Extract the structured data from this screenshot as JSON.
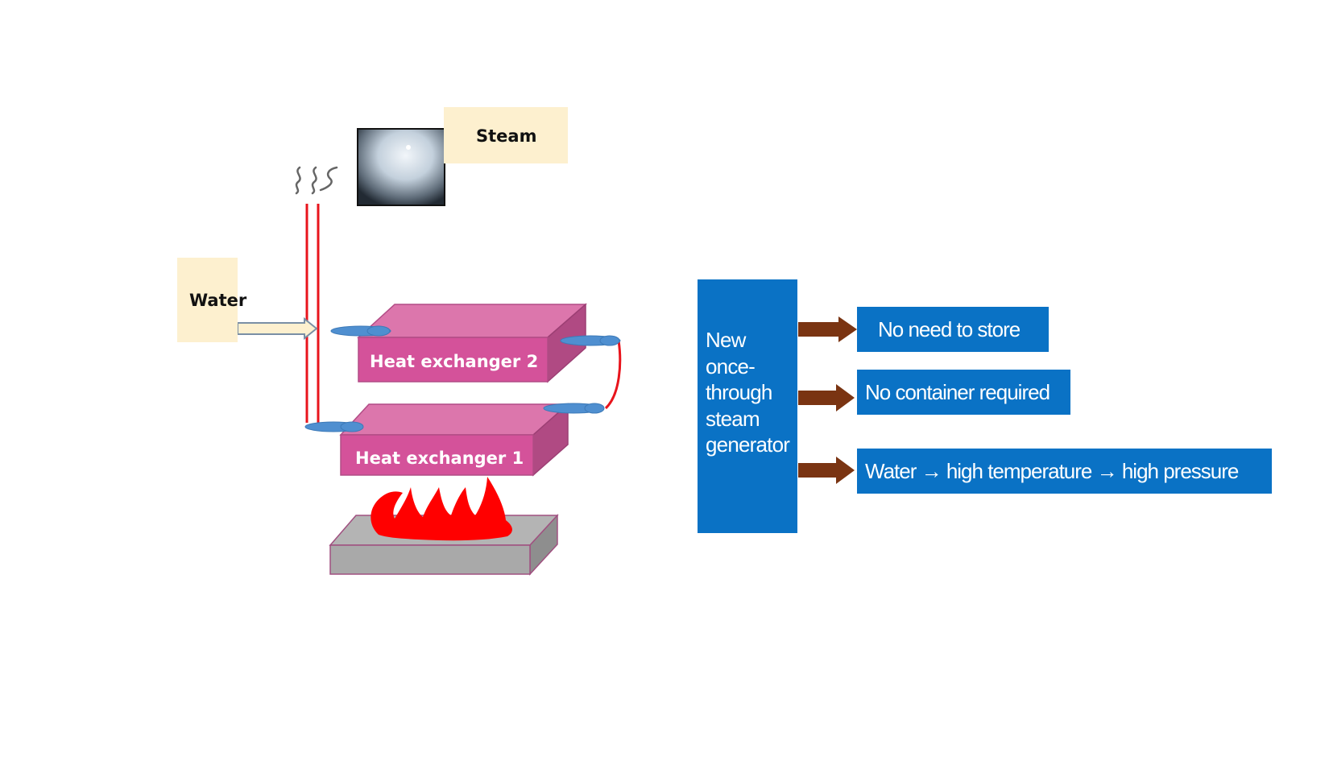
{
  "diagram": {
    "labels": {
      "steam": "Steam",
      "water": "Water",
      "heat_exchanger_1": "Heat exchanger 1",
      "heat_exchanger_2": "Heat exchanger 2"
    },
    "generator": {
      "title": "New once-through steam generator",
      "title_lines": [
        "New",
        "once-",
        "through",
        "steam",
        "generator"
      ]
    },
    "benefits": [
      {
        "label": "No need to store"
      },
      {
        "label": "No container required"
      },
      {
        "label": "Water → high temperature → high pressure"
      }
    ],
    "icons": [
      "steam-wisps-icon",
      "steam-photo",
      "flame-icon",
      "burner-plate",
      "arrow-right-icon"
    ],
    "colors": {
      "label_bg": "#fdf0cf",
      "hx_top": "#dc76ac",
      "hx_front": "#d4529a",
      "hx_side": "#b04a83",
      "pipe": "#e8141c",
      "connector": "#4f8fd0",
      "flame": "#ff0000",
      "burner": "#b4b4b4",
      "box_blue": "#0a72c5",
      "arrow_brown": "#7a3412"
    }
  }
}
